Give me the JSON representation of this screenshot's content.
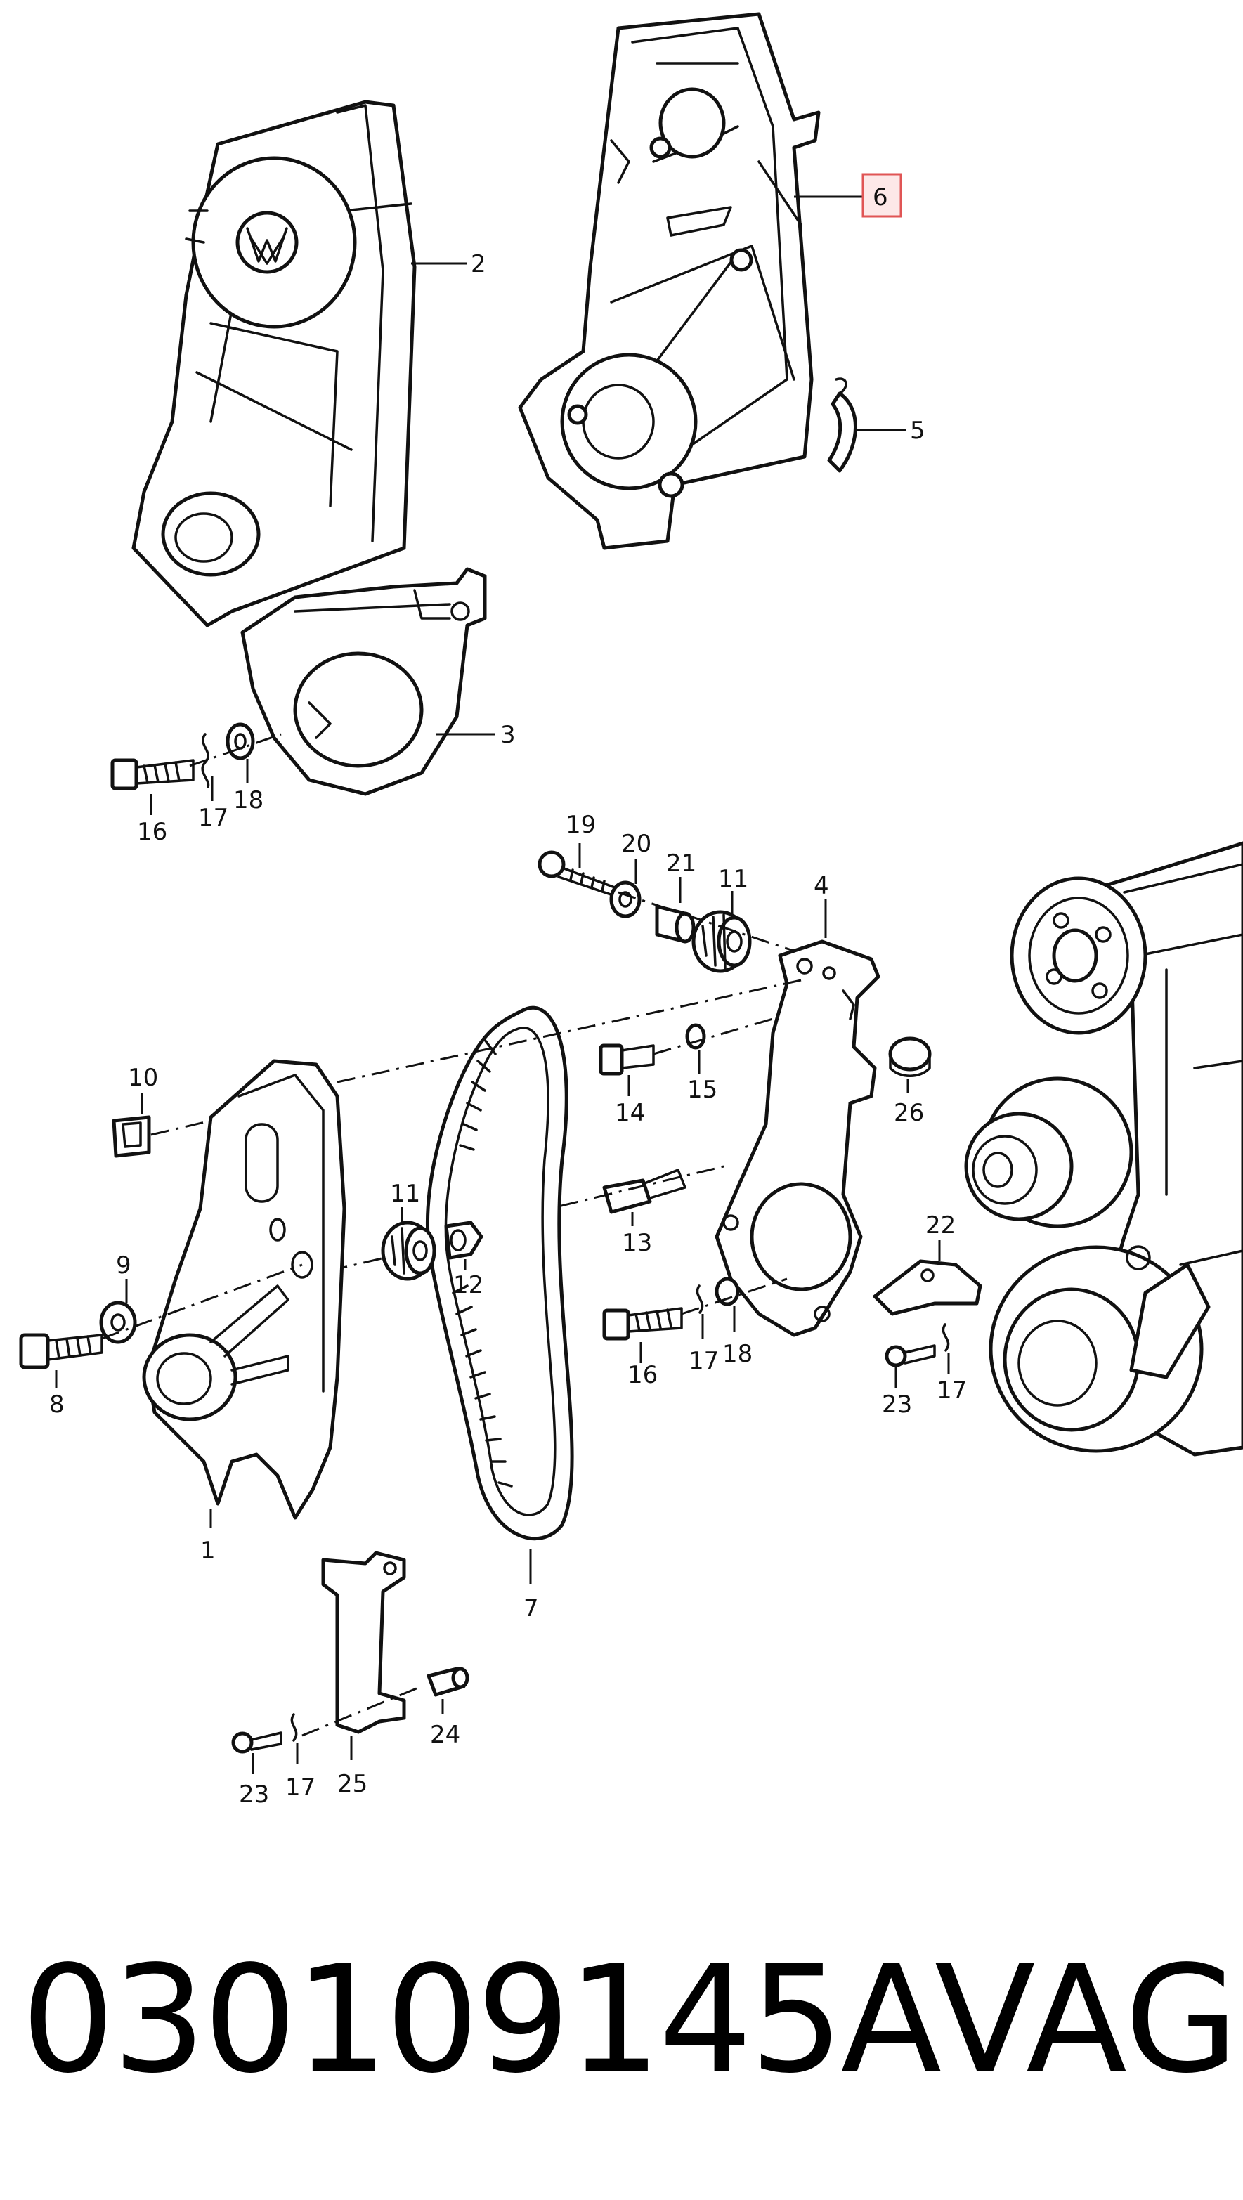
{
  "labels": {
    "l1": "1",
    "l2": "2",
    "l3": "3",
    "l4": "4",
    "l5": "5",
    "l6": "6",
    "l7": "7",
    "l8": "8",
    "l9": "9",
    "l10": "10",
    "l11a": "11",
    "l11b": "11",
    "l12": "12",
    "l13": "13",
    "l14": "14",
    "l15": "15",
    "l16a": "16",
    "l16b": "16",
    "l17a": "17",
    "l17b": "17",
    "l17c": "17",
    "l17d": "17",
    "l18a": "18",
    "l18b": "18",
    "l19": "19",
    "l20": "20",
    "l21": "21",
    "l22": "22",
    "l23a": "23",
    "l23b": "23",
    "l24": "24",
    "l25": "25",
    "l26": "26"
  },
  "highlight": {
    "label": "6",
    "color": "#e05555"
  },
  "footer": {
    "part_number": "030109145A",
    "brand": "VAG"
  }
}
